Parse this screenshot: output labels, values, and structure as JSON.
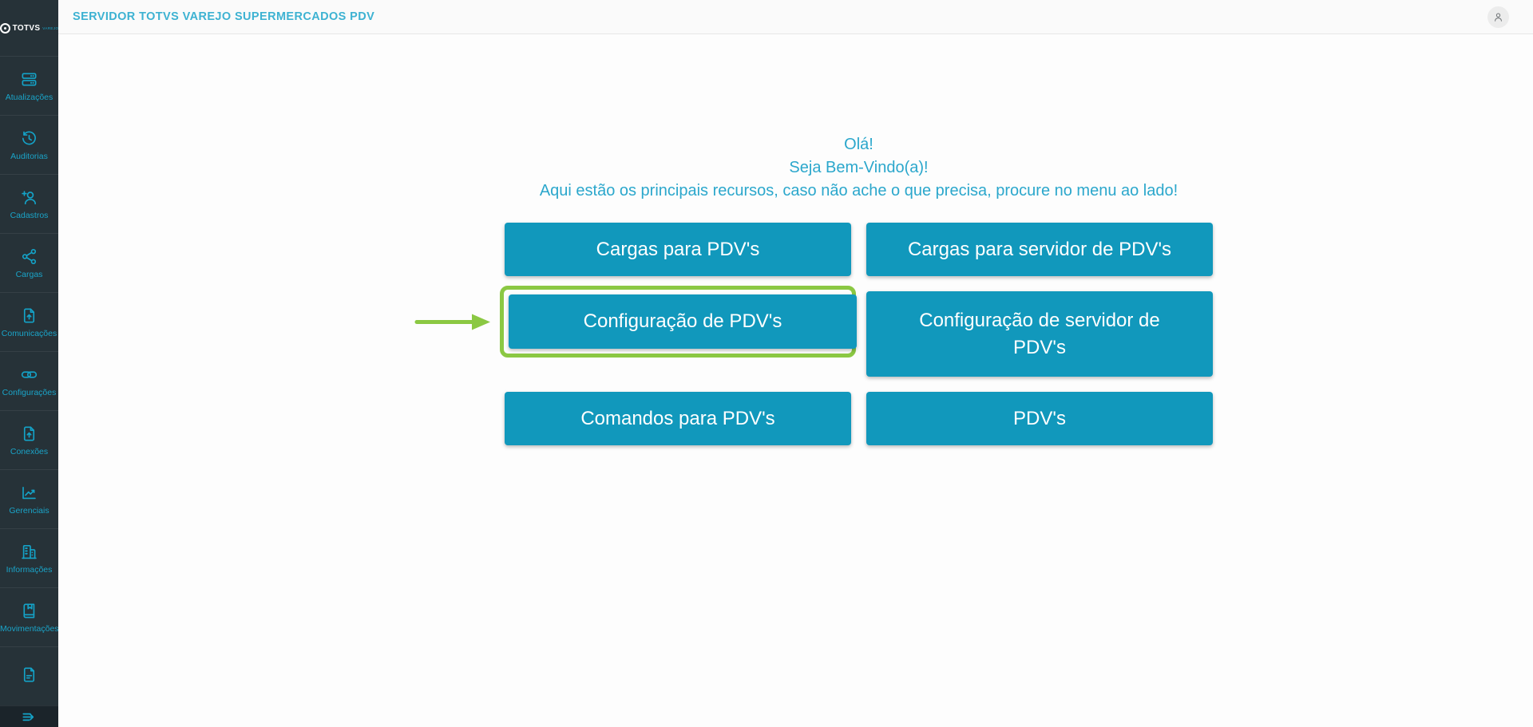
{
  "logo": {
    "brand": "TOTVS",
    "segment": "VAREJO"
  },
  "header": {
    "title": "SERVIDOR TOTVS VAREJO SUPERMERCADOS PDV"
  },
  "sidebar": {
    "items": [
      {
        "label": "Atualizações",
        "icon": "server-stack-icon"
      },
      {
        "label": "Auditorias",
        "icon": "history-clock-icon"
      },
      {
        "label": "Cadastros",
        "icon": "person-add-icon"
      },
      {
        "label": "Cargas",
        "icon": "share-nodes-icon"
      },
      {
        "label": "Comunicações",
        "icon": "file-upload-icon"
      },
      {
        "label": "Configurações",
        "icon": "chain-link-icon"
      },
      {
        "label": "Conexões",
        "icon": "file-upload-icon"
      },
      {
        "label": "Gerenciais",
        "icon": "line-chart-icon"
      },
      {
        "label": "Informações",
        "icon": "buildings-icon"
      },
      {
        "label": "Movimentações",
        "icon": "book-icon"
      },
      {
        "label": "",
        "icon": "file-text-icon"
      }
    ],
    "footer_icon": "menu-collapse-arrow-icon"
  },
  "welcome": {
    "line1": "Olá!",
    "line2": "Seja Bem-Vindo(a)!",
    "line3": "Aqui estão os principais recursos, caso não ache o que precisa, procure no menu ao lado!"
  },
  "buttons": {
    "cargas_pdv": "Cargas para PDV's",
    "cargas_servidor_pdv": "Cargas para servidor de PDV's",
    "configuracao_pdv": "Configuração de PDV's",
    "configuracao_servidor_pdv": "Configuração de servidor de PDV's",
    "comandos_pdv": "Comandos para PDV's",
    "pdvs": "PDV's"
  },
  "colors": {
    "accent_teal": "#1198bc",
    "title_teal": "#3db2d2",
    "sidebar_bg": "#263238",
    "highlight_green": "#8bc843"
  }
}
